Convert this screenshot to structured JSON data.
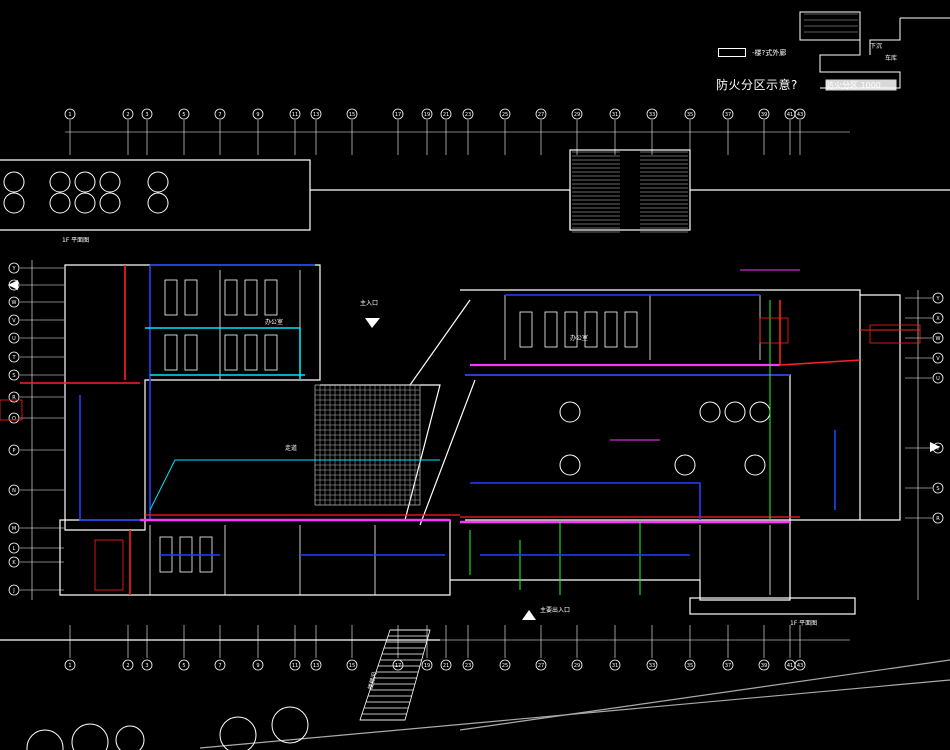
{
  "title": "防火分区示意?",
  "legend": {
    "item_label": "-楼?式外廊",
    "scale_note": "防火分区 1000"
  },
  "colors": {
    "background": "#000000",
    "wall": "#ffffff",
    "pipe_red": "#ff2020",
    "pipe_magenta": "#ff33ff",
    "pipe_blue": "#2040ff",
    "pipe_cyan": "#00e5ff",
    "pipe_green": "#20ff20",
    "pipe_yellow": "#ffee00"
  },
  "grid_top": [
    "1",
    "2",
    "3",
    "5",
    "7",
    "9",
    "11",
    "13",
    "15",
    "17",
    "19",
    "21",
    "23",
    "25",
    "27",
    "29",
    "31",
    "33",
    "35",
    "37",
    "39",
    "41",
    "43"
  ],
  "grid_bottom": [
    "1",
    "2",
    "3",
    "5",
    "7",
    "9",
    "11",
    "13",
    "15",
    "17",
    "19",
    "21",
    "23",
    "25",
    "27",
    "29",
    "31",
    "33",
    "35",
    "37",
    "39",
    "41",
    "43"
  ],
  "grid_left": [
    "Y",
    "X",
    "W",
    "V",
    "U",
    "T",
    "S",
    "R",
    "Q",
    "P",
    "N",
    "M",
    "L",
    "K",
    "J"
  ],
  "grid_right": [
    "Y",
    "X",
    "W",
    "V",
    "U",
    "T",
    "S",
    "R"
  ],
  "labels": {
    "entrance_north": "主入口",
    "entrance_south": "主要出入口",
    "stair_label": "楼梯间",
    "room_label": "办公室",
    "floor_label": "1F 平面图",
    "corridor_label": "走道"
  }
}
